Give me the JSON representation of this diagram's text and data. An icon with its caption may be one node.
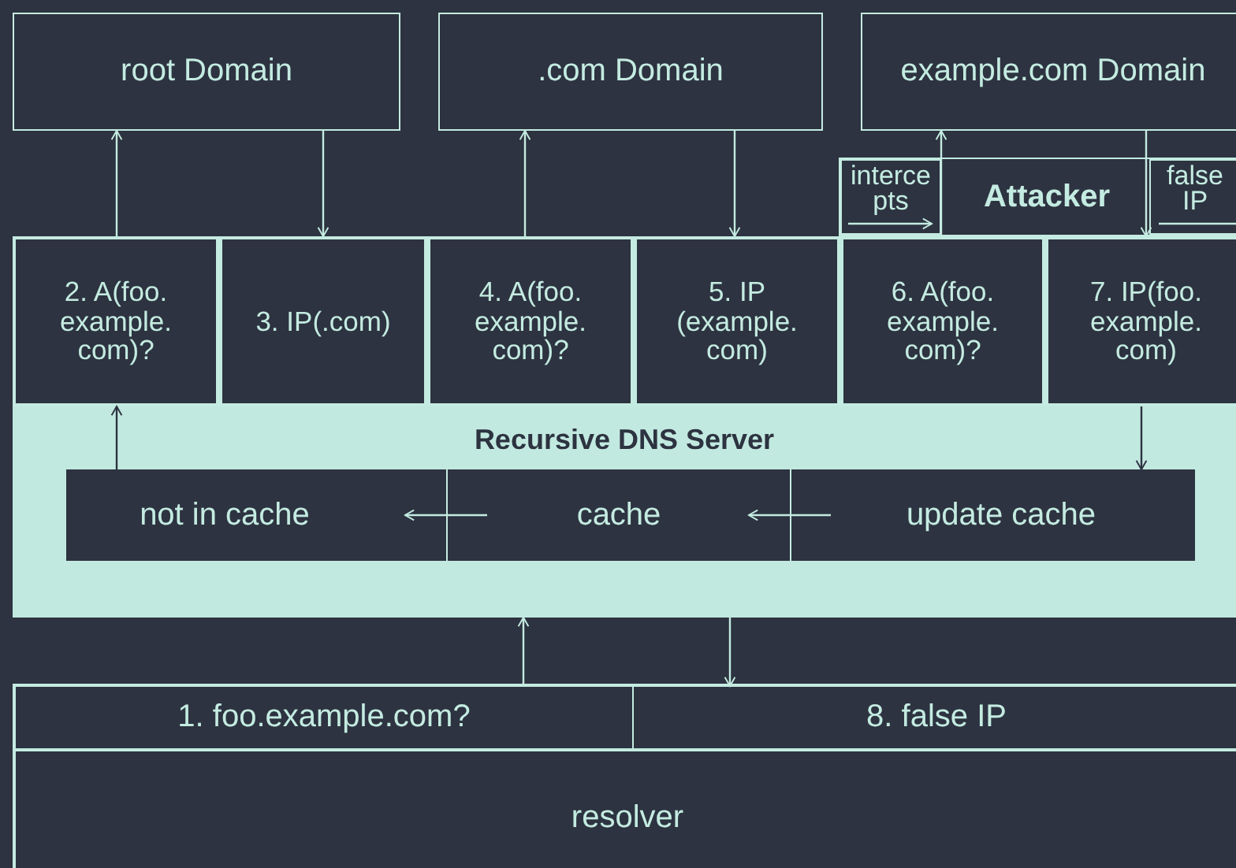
{
  "diagram": {
    "nodes": [
      {
        "text": [
          "root Domain"
        ]
      },
      {
        "text": [
          ".com Domain"
        ]
      },
      {
        "text": [
          "example.com Domain"
        ]
      },
      {
        "text": [
          "Attacker"
        ]
      },
      {
        "text": [
          "intercepts"
        ],
        "in": 3
      },
      {
        "text": [
          "false IP"
        ],
        "in": 3
      },
      {
        "text": [
          "Recursive DNS Server"
        ]
      },
      {
        "text": [
          "2. A(foo. example. com)?"
        ],
        "in": 6
      },
      {
        "text": [
          "3. IP(.com)"
        ],
        "in": 6
      },
      {
        "text": [
          "4. A(foo. example. com)?"
        ],
        "in": 6
      },
      {
        "text": [
          "5. IP (example. com)"
        ],
        "in": 6
      },
      {
        "text": [
          "6. A(foo. example. com)?"
        ],
        "in": 6
      },
      {
        "text": [
          "7. IP(foo. example. com)"
        ],
        "in": 6
      },
      {
        "text": [
          "not in cache"
        ],
        "in": 6
      },
      {
        "text": [
          "cache"
        ],
        "in": 6
      },
      {
        "text": [
          "update cache"
        ],
        "in": 6
      },
      {
        "text": [
          "resolver"
        ]
      },
      {
        "text": [
          "1. foo.example.com?"
        ],
        "in": 16
      },
      {
        "text": [
          "8. false IP"
        ],
        "in": 16
      }
    ],
    "edges": [
      {
        "from": 7,
        "to": 0,
        "arrow": "to"
      },
      {
        "from": 0,
        "to": 8,
        "arrow": "to"
      },
      {
        "from": 9,
        "to": 1,
        "arrow": "to"
      },
      {
        "from": 1,
        "to": 10,
        "arrow": "to"
      },
      {
        "from": 11,
        "to": 2,
        "arrow": "to"
      },
      {
        "from": 2,
        "to": 12,
        "arrow": "to"
      },
      {
        "from": 13,
        "to": 7,
        "arrow": "to",
        "color": "#2d3340"
      },
      {
        "from": 12,
        "to": 15,
        "arrow": "to",
        "color": "#2d3340"
      },
      {
        "from": 15,
        "to": 14,
        "arrow": "to"
      },
      {
        "from": 14,
        "to": 13,
        "arrow": "to"
      },
      {
        "from": 17,
        "to": 6,
        "arrow": "to"
      },
      {
        "from": 6,
        "to": 18,
        "arrow": "to"
      }
    ]
  }
}
